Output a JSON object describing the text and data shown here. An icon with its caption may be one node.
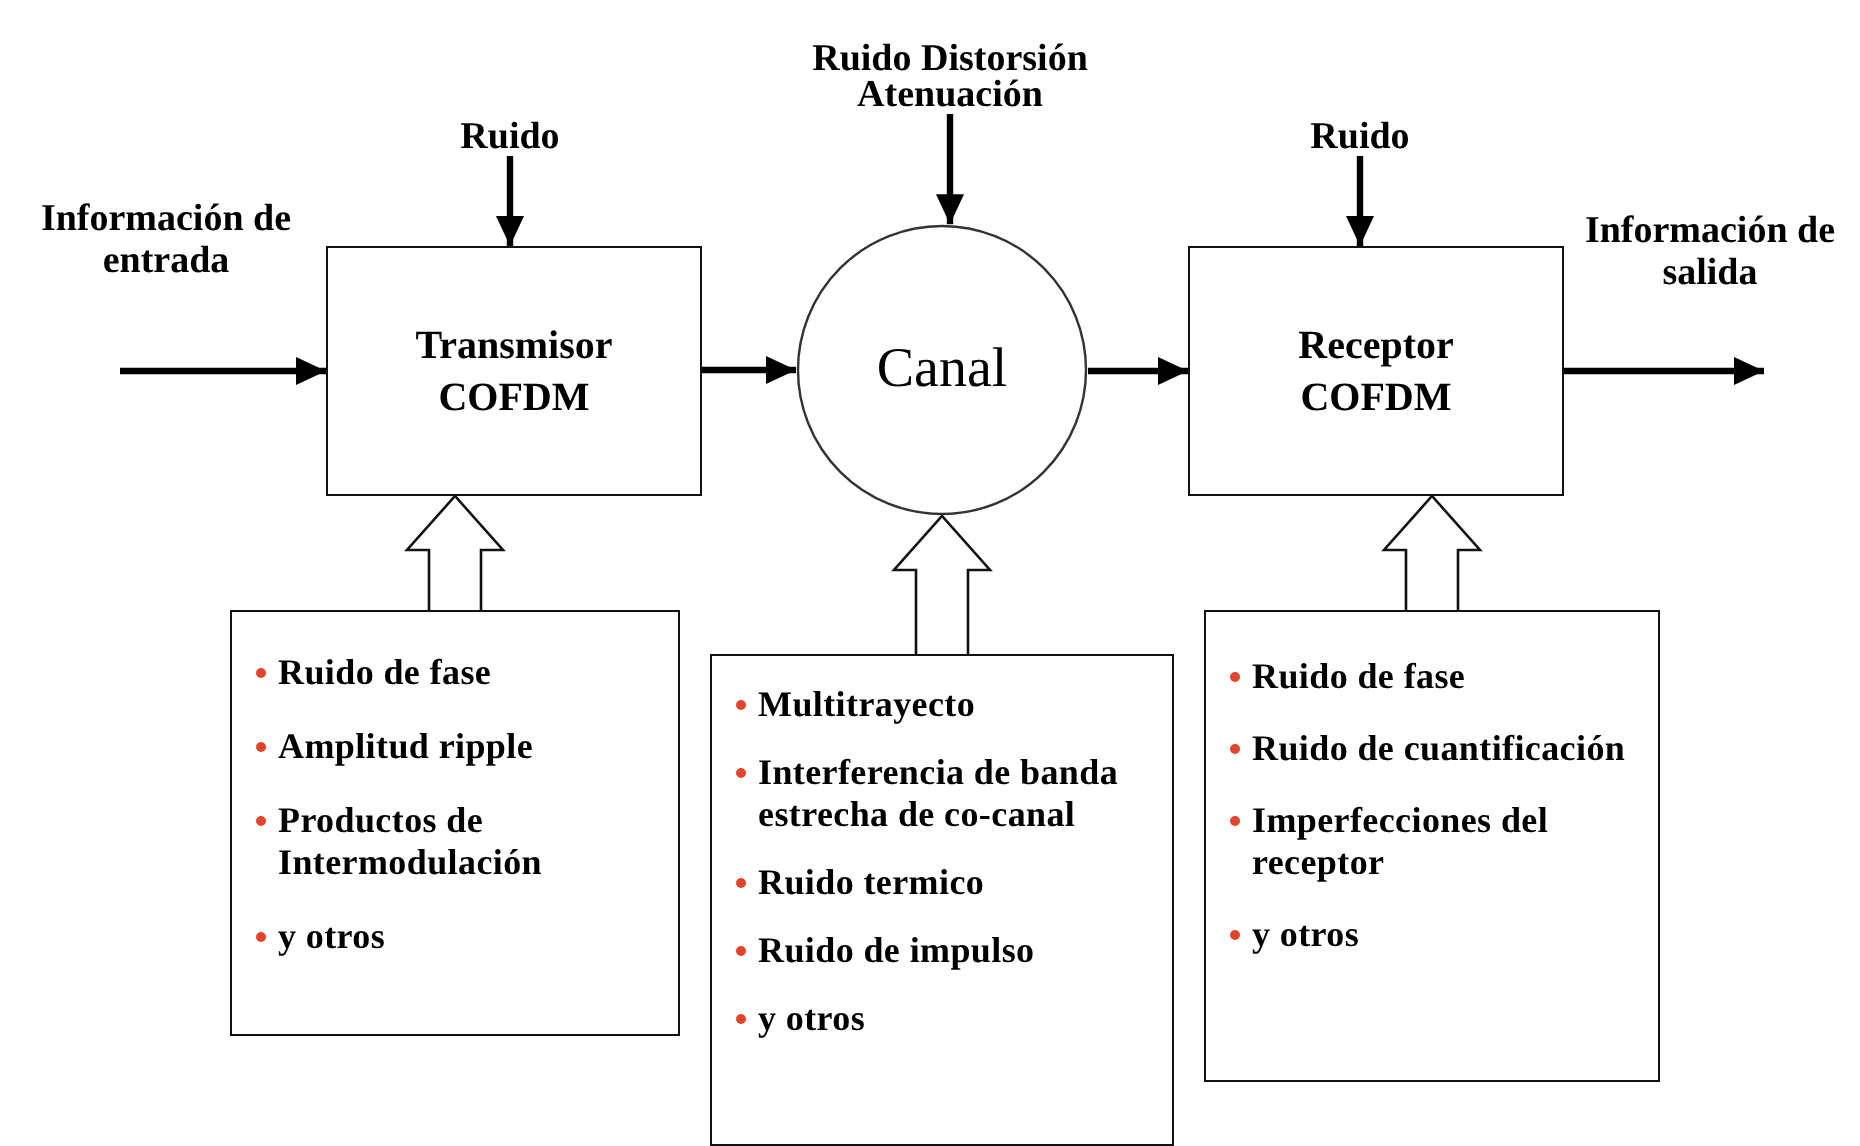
{
  "diagram": {
    "nodes": [
      {
        "text": [
          "Ruido"
        ]
      },
      {
        "text": [
          "Ruido Distorsión Atenuación"
        ]
      },
      {
        "text": [
          "Ruido"
        ]
      },
      {
        "text": [
          "Transmisor COFDM"
        ]
      },
      {
        "text": [
          "Canal"
        ]
      },
      {
        "text": [
          "Receptor COFDM"
        ]
      },
      {
        "text": [
          "Ruido de fase",
          "Amplitud ripple",
          "Productos de Intermodulación",
          "y otros"
        ]
      },
      {
        "text": [
          "Multitrayecto",
          "Interferencia de banda estrecha de co-canal",
          "Ruido termico",
          "Ruido de impulso",
          "y otros"
        ]
      },
      {
        "text": [
          "Ruido de fase",
          "Ruido de cuantificación",
          "Imperfecciones del receptor",
          "y otros"
        ]
      }
    ],
    "edges": [
      {
        "from": null,
        "to": 3,
        "arrow": "to"
      },
      {
        "from": 0,
        "to": 3,
        "arrow": "to"
      },
      {
        "from": 3,
        "to": 4,
        "arrow": "to"
      },
      {
        "from": 1,
        "to": 4,
        "arrow": "to"
      },
      {
        "from": 4,
        "to": 5,
        "arrow": "to"
      },
      {
        "from": 2,
        "to": 5,
        "arrow": "to"
      },
      {
        "from": 5,
        "to": null,
        "arrow": "to"
      },
      {
        "from": 6,
        "to": 3,
        "arrow": "to",
        "style": "thick"
      },
      {
        "from": 7,
        "to": 4,
        "arrow": "to",
        "style": "thick"
      },
      {
        "from": 8,
        "to": 5,
        "arrow": "to",
        "style": "thick"
      }
    ],
    "labels": [
      "Información de entrada",
      "Información de salida"
    ]
  }
}
